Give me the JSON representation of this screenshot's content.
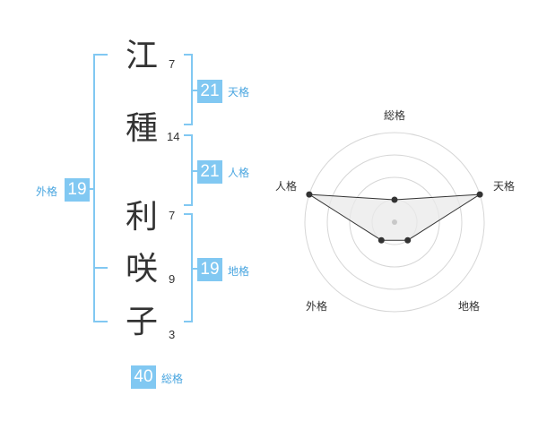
{
  "name_chars": [
    {
      "char": "江",
      "strokes": "7"
    },
    {
      "char": "種",
      "strokes": "14"
    },
    {
      "char": "利",
      "strokes": "7"
    },
    {
      "char": "咲",
      "strokes": "9"
    },
    {
      "char": "子",
      "strokes": "3"
    }
  ],
  "scores": {
    "tenkaku": {
      "value": "21",
      "label": "天格"
    },
    "jinkaku": {
      "value": "21",
      "label": "人格"
    },
    "chikaku": {
      "value": "19",
      "label": "地格"
    },
    "gaikaku": {
      "value": "19",
      "label": "外格"
    },
    "soukaku": {
      "value": "40",
      "label": "総格"
    }
  },
  "colors": {
    "accent": "#81c8f2",
    "accent_text": "#4aa6e0",
    "radar_fill": "#e9e9e9"
  },
  "chart_data": {
    "type": "radar",
    "axes": [
      "総格",
      "天格",
      "地格",
      "外格",
      "人格"
    ],
    "values": [
      0.25,
      1.0,
      0.25,
      0.25,
      1.0
    ],
    "range": [
      0,
      1
    ],
    "rings": 4
  }
}
